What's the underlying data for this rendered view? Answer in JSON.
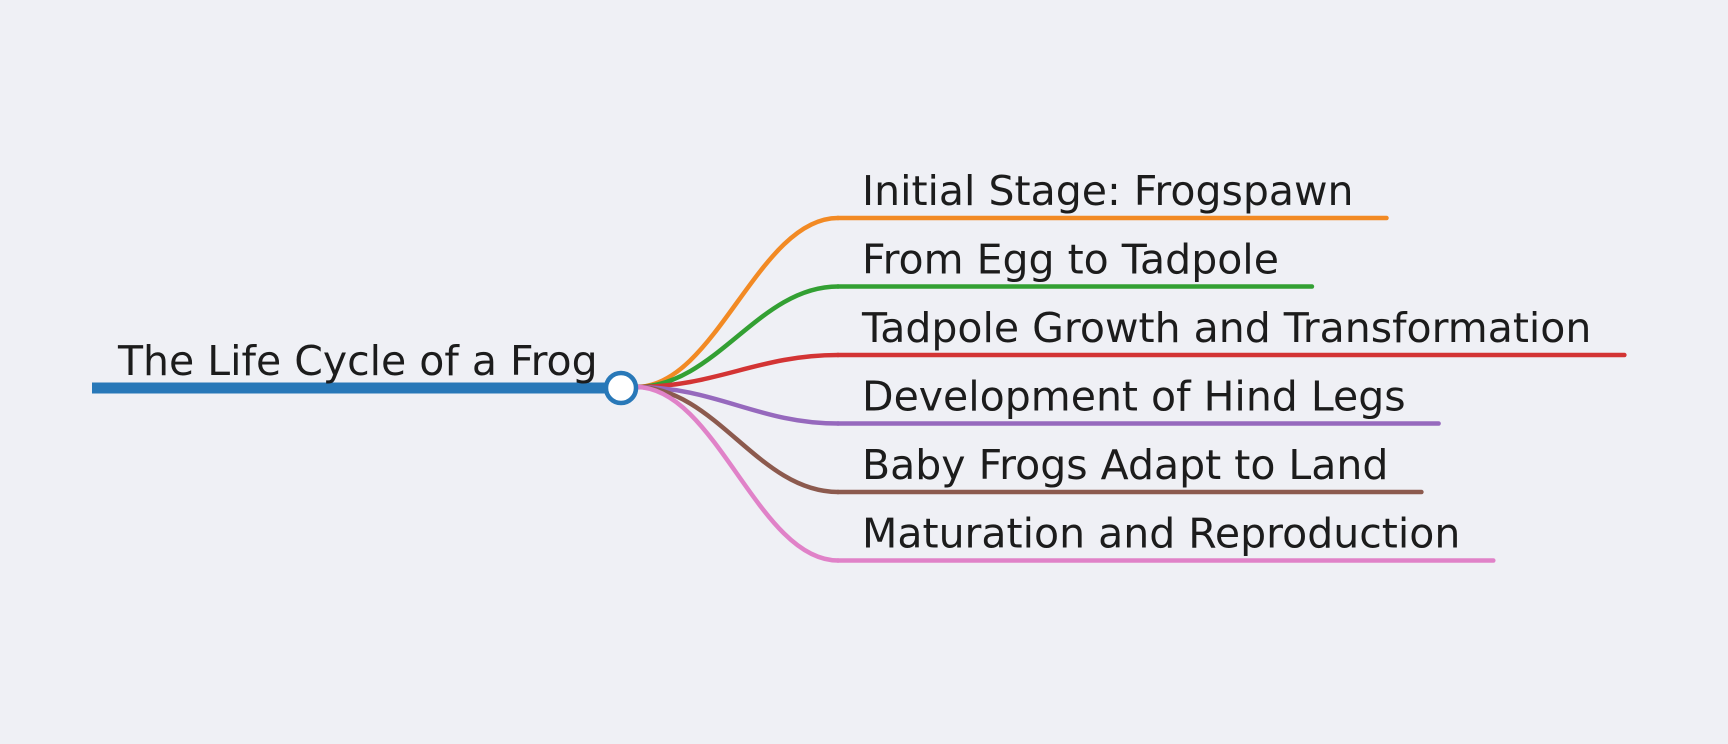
{
  "mindmap": {
    "root": {
      "label": "The Life Cycle of a Frog",
      "color": "#2878b8"
    },
    "branches": [
      {
        "label": "Initial Stage: Frogspawn",
        "color": "#f28a24"
      },
      {
        "label": "From Egg to Tadpole",
        "color": "#33a033"
      },
      {
        "label": "Tadpole Growth and Transformation",
        "color": "#d33434"
      },
      {
        "label": "Development of Hind Legs",
        "color": "#9669bd"
      },
      {
        "label": "Baby Frogs Adapt to Land",
        "color": "#8c5a4e"
      },
      {
        "label": "Maturation and Reproduction",
        "color": "#e082c8"
      }
    ]
  }
}
